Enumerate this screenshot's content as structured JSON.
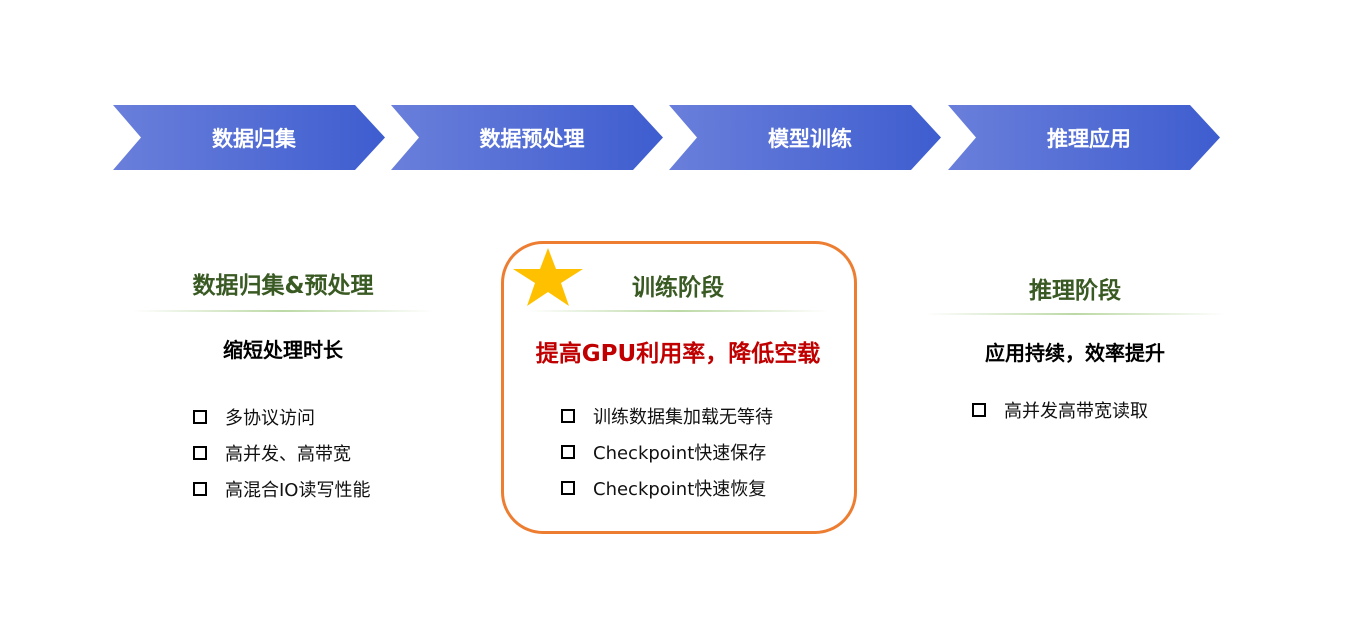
{
  "steps": [
    "数据归集",
    "数据预处理",
    "模型训练",
    "推理应用"
  ],
  "columns": [
    {
      "title": "数据归集&预处理",
      "subtitle": "缩短处理时长",
      "items": [
        "多协议访问",
        "高并发、高带宽",
        "高混合IO读写性能"
      ]
    },
    {
      "title": "训练阶段",
      "subtitle": "提高GPU利用率，降低空载",
      "items": [
        "训练数据集加载无等待",
        "Checkpoint快速保存",
        "Checkpoint快速恢复"
      ]
    },
    {
      "title": "推理阶段",
      "subtitle": "应用持续，效率提升",
      "items": [
        "高并发高带宽读取"
      ]
    }
  ],
  "colors": {
    "chevron": "#4a67d3",
    "highlight_border": "#ed7d31",
    "star": "#ffc000",
    "emphasis": "#c00000",
    "title": "#3a5a23"
  }
}
